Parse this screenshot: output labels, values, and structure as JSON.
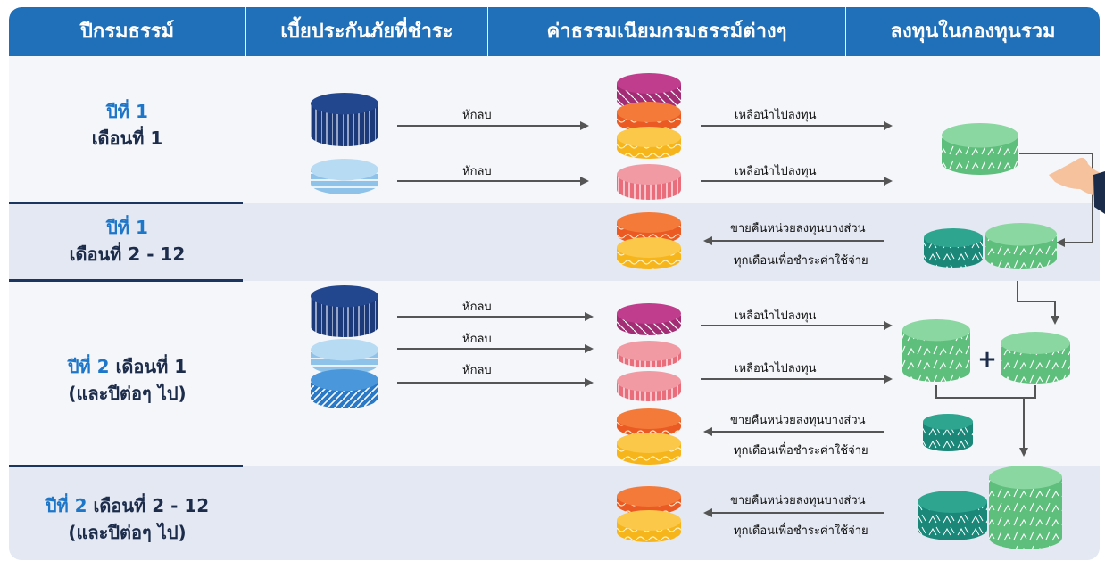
{
  "header": [
    "ปีกรมธรรม์",
    "เบี้ยประกันภัยที่ชำระ",
    "ค่าธรรมเนียมกรมธรรม์ต่างๆ",
    "ลงทุนในกองทุนรวม"
  ],
  "rows": [
    {
      "year": "ปีที่ 1",
      "month": "เดือนที่ 1",
      "note": ""
    },
    {
      "year": "ปีที่ 1",
      "month": "เดือนที่ 2 - 12",
      "note": ""
    },
    {
      "year": "ปีที่ 2",
      "month": "เดือนที่ 1",
      "note": "(และปีต่อๆ ไป)"
    },
    {
      "year": "ปีที่ 2",
      "month": "เดือนที่ 2 - 12",
      "note": "(และปีต่อๆ ไป)"
    }
  ],
  "labels": {
    "deduct": "หักลบ",
    "invest_remaining": "เหลือนำไปลงทุน",
    "redeem_line1": "ขายคืนหน่วยลงทุนบางส่วน",
    "redeem_line2": "ทุกเดือนเพื่อชำระค่าใช้จ่าย",
    "plus": "+"
  },
  "colors": {
    "header_bg": "#1f6fb9",
    "premium_navy": "#1c3a7a",
    "premium_light_blue": "#8fc2e9",
    "premium_blue": "#2a79c6",
    "fee_magenta": "#a32d74",
    "fee_orange": "#ea5a22",
    "fee_yellow": "#f7b51c",
    "fee_pink": "#ea6d7c",
    "fund_green": "#5ebe7c",
    "fund_teal": "#1a8778"
  },
  "icons": [
    "premium-coin-stack-icon",
    "fee-coin-stack-icon",
    "fund-coin-icon",
    "hand-icon",
    "arrow-icon"
  ]
}
